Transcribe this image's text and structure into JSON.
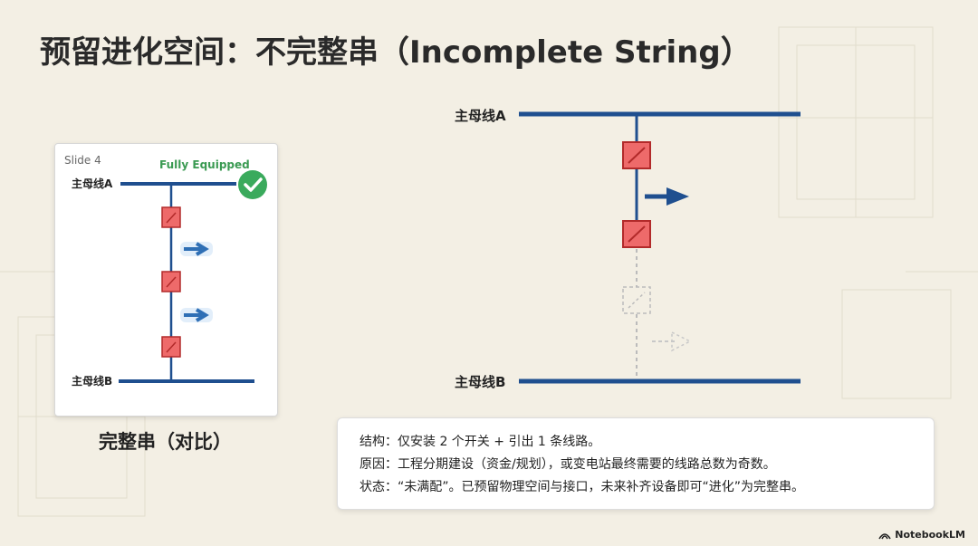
{
  "title": "预留进化空间：不完整串（Incomplete String）",
  "thumbnail": {
    "slide_label": "Slide 4",
    "status_text": "Fully Equipped",
    "bus_a_label": "主母线A",
    "bus_b_label": "主母线B",
    "caption": "完整串（对比）"
  },
  "diagram": {
    "bus_a_label": "主母线A",
    "bus_b_label": "主母线B"
  },
  "info": {
    "line1": "结构：仅安装 2 个开关 + 引出 1 条线路。",
    "line2": "原因：工程分期建设（资金/规划），或变电站最终需要的线路总数为奇数。",
    "line3": "状态：“未满配”。已预留物理空间与接口，未来补齐设备即可“进化”为完整串。"
  },
  "brand": {
    "name": "NotebookLM"
  },
  "colors": {
    "bus": "#1f4f8f",
    "switch_fill": "#ee6a6a",
    "switch_border": "#b22a2a",
    "arrow": "#2f6fb5",
    "check": "#3aaa5c",
    "status_text": "#3a9a52",
    "background": "#f3efe4"
  }
}
